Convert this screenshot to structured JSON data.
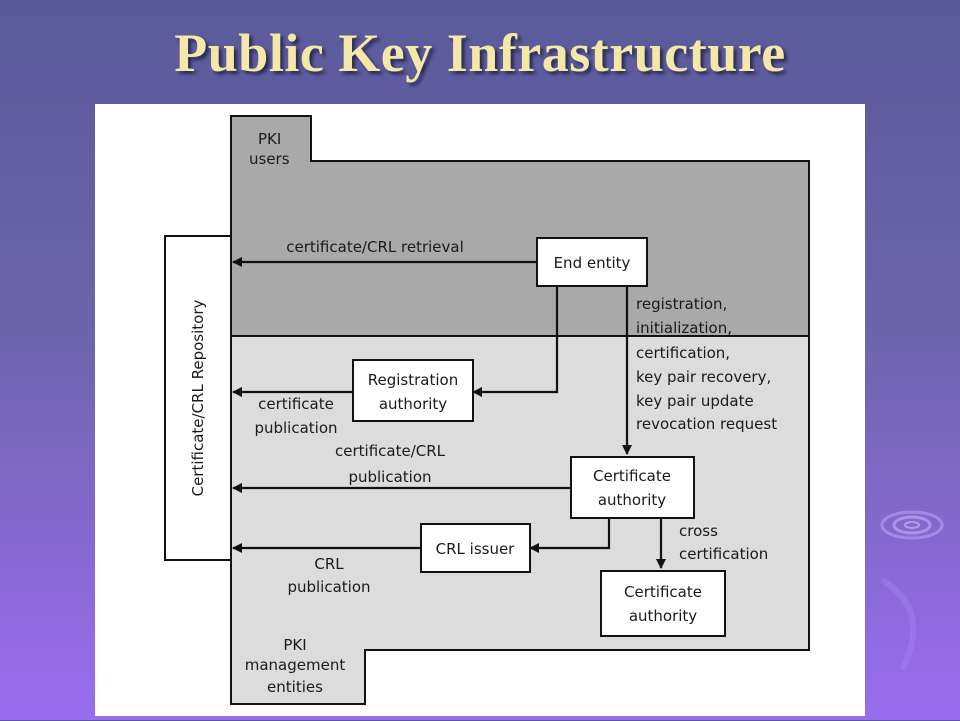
{
  "slide": {
    "title": "Public Key Infrastructure"
  },
  "diagram": {
    "zones": {
      "users_label": [
        "PKI",
        "users"
      ],
      "management_label": [
        "PKI",
        "management",
        "entities"
      ]
    },
    "repository_label": "Certificate/CRL Repository",
    "nodes": {
      "end_entity": "End entity",
      "registration_authority": [
        "Registration",
        "authority"
      ],
      "certificate_authority": [
        "Certificate",
        "authority"
      ],
      "crl_issuer": "CRL issuer",
      "certificate_authority_2": [
        "Certificate",
        "authority"
      ]
    },
    "edges": {
      "retrieval": "certificate/CRL retrieval",
      "management_ops": [
        "registration,",
        "initialization,",
        "certification,",
        "key pair recovery,",
        "key pair update",
        "revocation request"
      ],
      "ra_publication": [
        "certificate",
        "publication"
      ],
      "ca_publication": [
        "certificate/CRL",
        "publication"
      ],
      "crl_publication": [
        "CRL",
        "publication"
      ],
      "cross": [
        "cross",
        "certification"
      ]
    }
  }
}
